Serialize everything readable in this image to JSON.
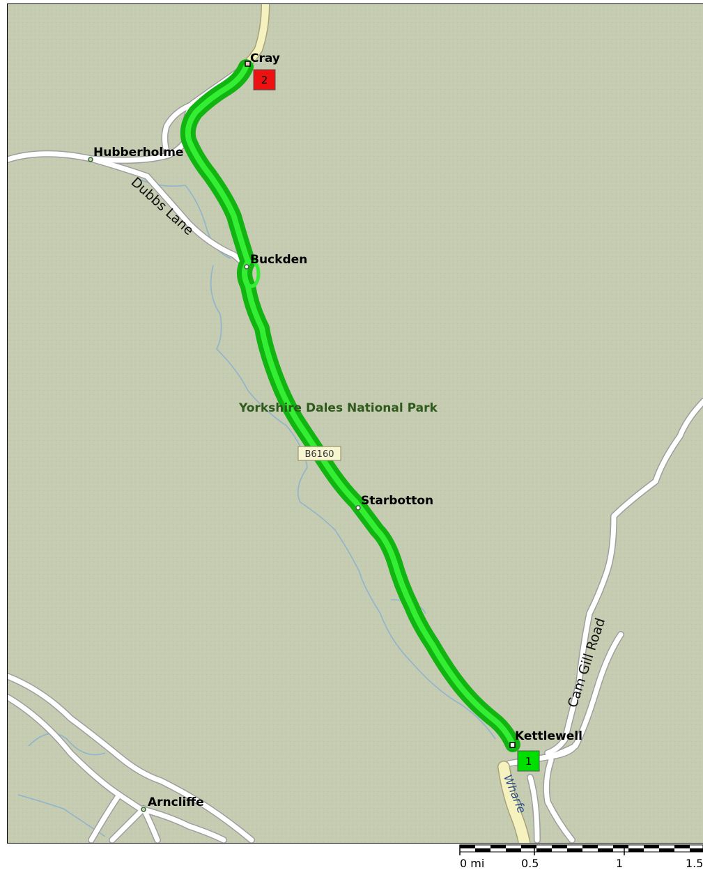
{
  "places": {
    "cray": "Cray",
    "hubberholme": "Hubberholme",
    "buckden": "Buckden",
    "starbotton": "Starbotton",
    "kettlewell": "Kettlewell",
    "arncliffe": "Arncliffe"
  },
  "area": {
    "park": "Yorkshire Dales National Park"
  },
  "roads": {
    "dubbs_lane": "Dubbs Lane",
    "cam_gill_road": "Cam Gill Road",
    "b6160": "B6160"
  },
  "rivers": {
    "wharfe": "Wharfe"
  },
  "markers": {
    "start": {
      "label": "1",
      "color": "#00e000"
    },
    "end": {
      "label": "2",
      "color": "#ee1111"
    }
  },
  "route": {
    "color": "#00cc00",
    "inner_color": "#33ee33"
  },
  "scale_bar": {
    "labels": [
      "0 mi",
      "0.5",
      "1",
      "1.5"
    ]
  },
  "colors": {
    "land": "#c5ccb1",
    "road": "#ffffff",
    "major_road": "#f6f2c0",
    "water": "#8fb4cc"
  }
}
